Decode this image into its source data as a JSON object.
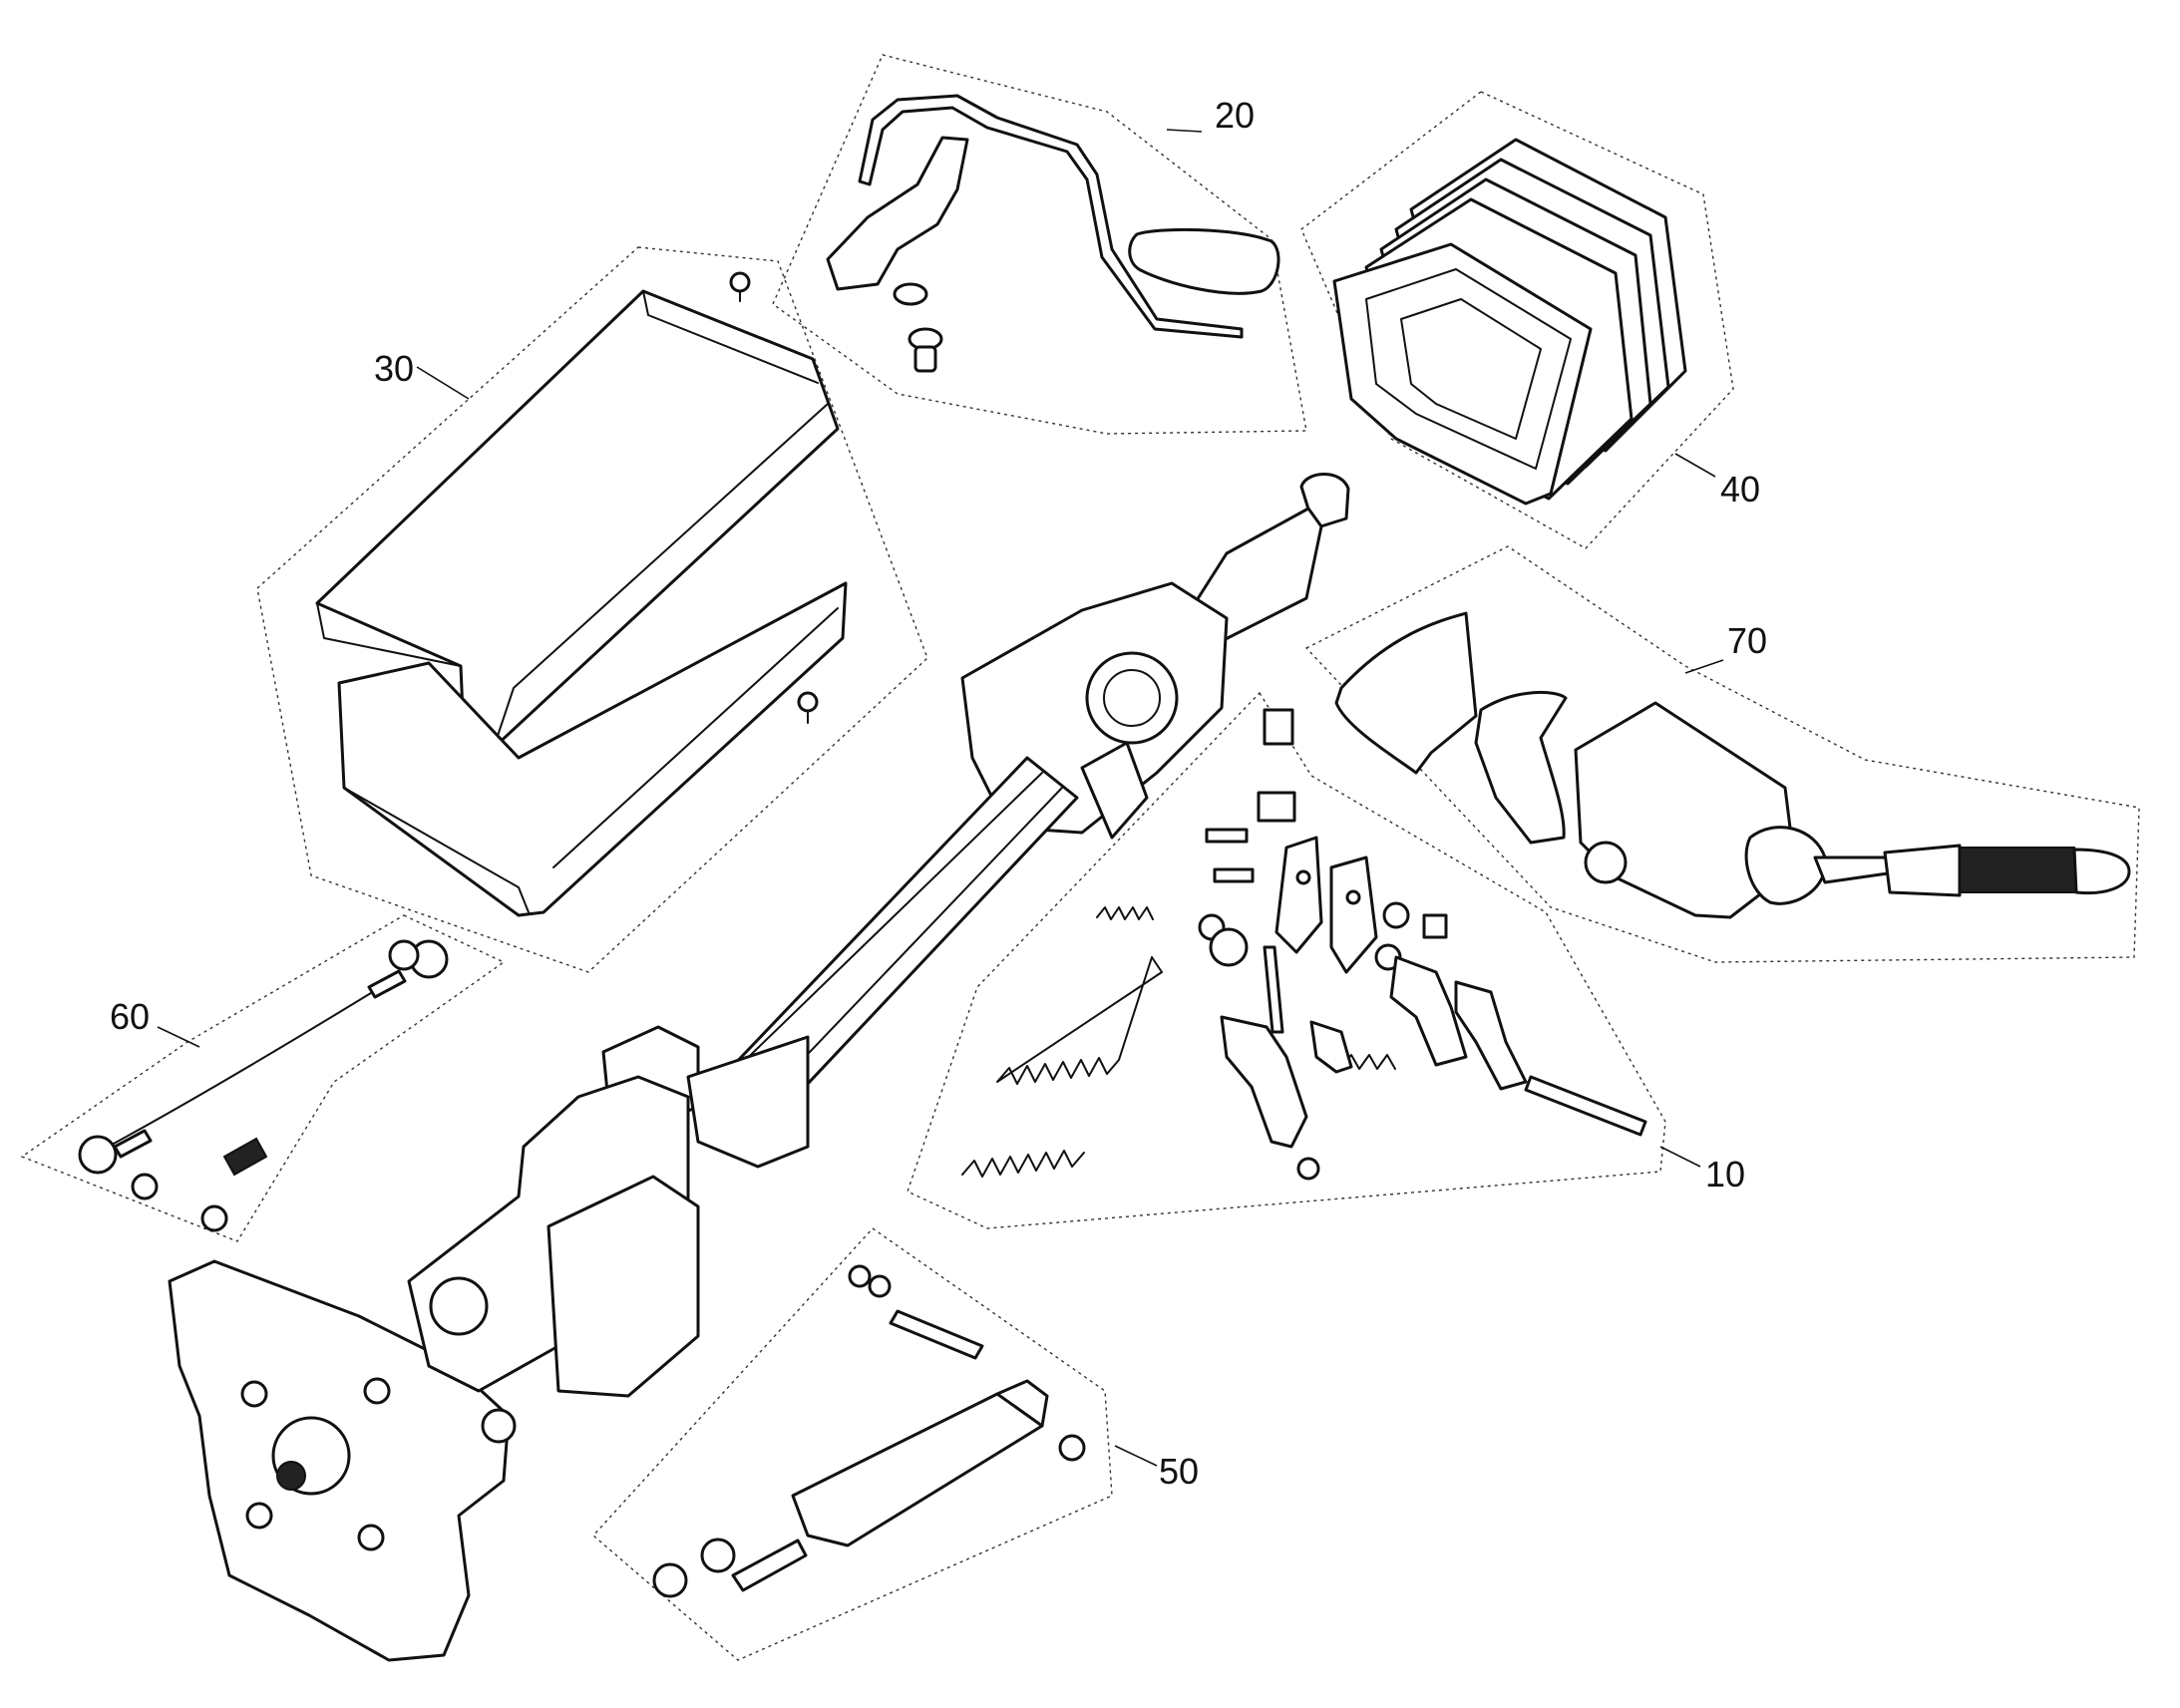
{
  "diagram": {
    "callouts": [
      {
        "id": "10",
        "label": "10"
      },
      {
        "id": "20",
        "label": "20"
      },
      {
        "id": "30",
        "label": "30"
      },
      {
        "id": "40",
        "label": "40"
      },
      {
        "id": "50",
        "label": "50"
      },
      {
        "id": "60",
        "label": "60"
      },
      {
        "id": "70",
        "label": "70"
      }
    ]
  }
}
